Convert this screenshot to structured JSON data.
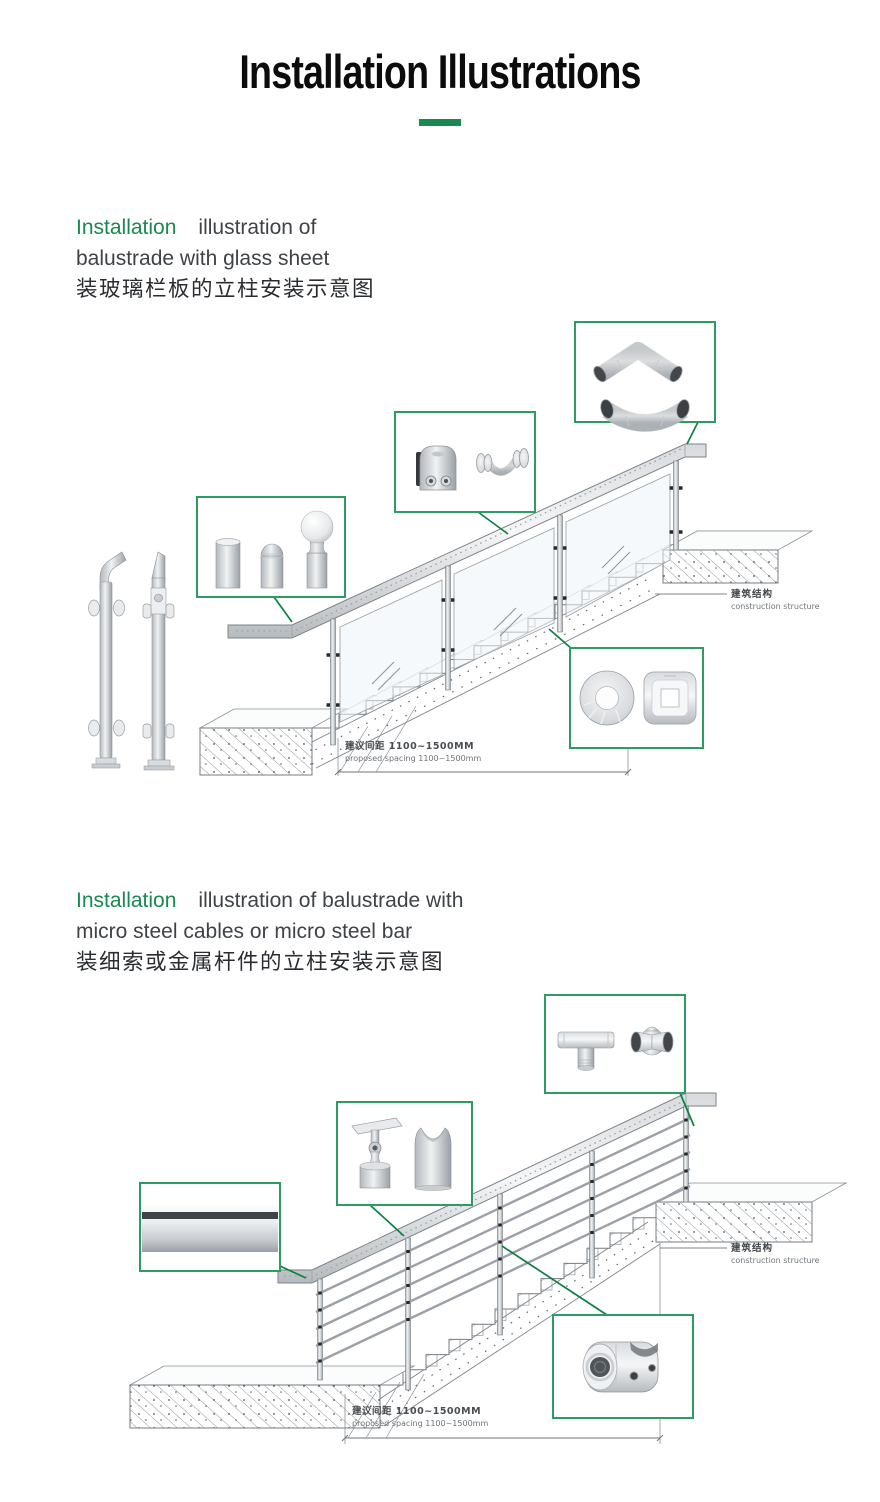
{
  "page": {
    "title": "Installation Illustrations"
  },
  "colors": {
    "accent_green": "#18894f",
    "callout_border_green": "#2d9c64",
    "leader_green": "#0d8044",
    "line_gray": "#7e848b",
    "heading_text": "#3f4348"
  },
  "section1": {
    "heading": {
      "highlight": "Installation",
      "rest": "illustration of",
      "line2": "balustrade with glass sheet",
      "chinese": "装玻璃栏板的立柱安装示意图"
    },
    "callouts": [
      {
        "name": "elbow-fittings",
        "icons": [
          "obtuse-elbow-icon",
          "round-elbow-icon"
        ]
      },
      {
        "name": "glass-clamp-fittings",
        "icons": [
          "glass-clamp-icon",
          "glass-connector-icon"
        ]
      },
      {
        "name": "post-top-caps",
        "icons": [
          "flat-cap-icon",
          "dome-cap-icon",
          "ball-cap-icon"
        ]
      },
      {
        "name": "base-covers",
        "icons": [
          "round-base-cover-icon",
          "square-base-cover-icon"
        ]
      }
    ]
  },
  "section2": {
    "heading": {
      "highlight": "Installation",
      "rest": "illustration of balustrade with",
      "line2": "micro steel cables or micro steel bar",
      "chinese": "装细索或金属杆件的立柱安装示意图"
    },
    "callouts": [
      {
        "name": "tee-fittings",
        "icons": [
          "tee-connector-icon",
          "corner-connector-icon"
        ]
      },
      {
        "name": "handrail-supports",
        "icons": [
          "adjustable-handrail-support-icon",
          "saddle-cap-icon"
        ]
      },
      {
        "name": "steel-bar-sample",
        "icons": [
          "steel-bar-icon"
        ]
      },
      {
        "name": "crossbar-holder",
        "icons": [
          "crossbar-holder-icon"
        ]
      }
    ]
  },
  "annotations": {
    "structure_cn": "建筑结构",
    "structure_en": "construction structure",
    "spacing_cn": "建议间距 1100~1500MM",
    "spacing_en": "proposed spacing 1100~1500mm"
  }
}
